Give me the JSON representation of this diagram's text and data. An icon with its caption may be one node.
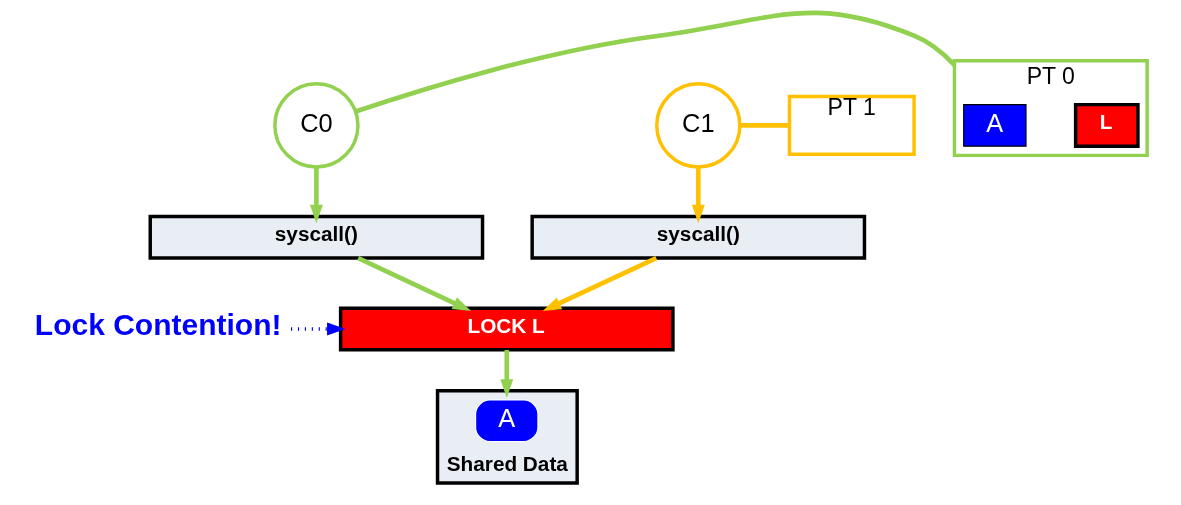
{
  "diagram": {
    "nodes": [
      {
        "text": [
          "C0"
        ]
      },
      {
        "text": [
          "PT 0"
        ]
      },
      {
        "text": [
          "A"
        ],
        "in": 1
      },
      {
        "text": [
          "L"
        ],
        "in": 1
      },
      {
        "text": [
          "PT 1"
        ]
      },
      {
        "text": [
          "C1"
        ]
      },
      {
        "text": [
          "syscall()"
        ]
      },
      {
        "text": [
          "syscall()"
        ]
      },
      {
        "text": [
          "Lock Contention!"
        ]
      },
      {
        "text": [
          "LOCK L"
        ]
      },
      {
        "text": [
          "Shared Data"
        ]
      },
      {
        "text": [
          "A"
        ],
        "in": 10
      }
    ],
    "edges": [
      {
        "from": 0,
        "to": 1,
        "arrow": "none",
        "color": "#92d050"
      },
      {
        "from": 4,
        "to": 5,
        "arrow": "none",
        "color": "#ffc000"
      },
      {
        "from": 0,
        "to": 6,
        "arrow": "to",
        "color": "#92d050"
      },
      {
        "from": 5,
        "to": 7,
        "arrow": "to",
        "color": "#ffc000"
      },
      {
        "from": 6,
        "to": 9,
        "arrow": "to",
        "color": "#92d050"
      },
      {
        "from": 7,
        "to": 9,
        "arrow": "to",
        "color": "#ffc000"
      },
      {
        "from": 8,
        "to": 9,
        "arrow": "to",
        "style": "dashed",
        "color": "#0000ff"
      },
      {
        "from": 9,
        "to": 10,
        "arrow": "to",
        "color": "#92d050"
      }
    ]
  }
}
